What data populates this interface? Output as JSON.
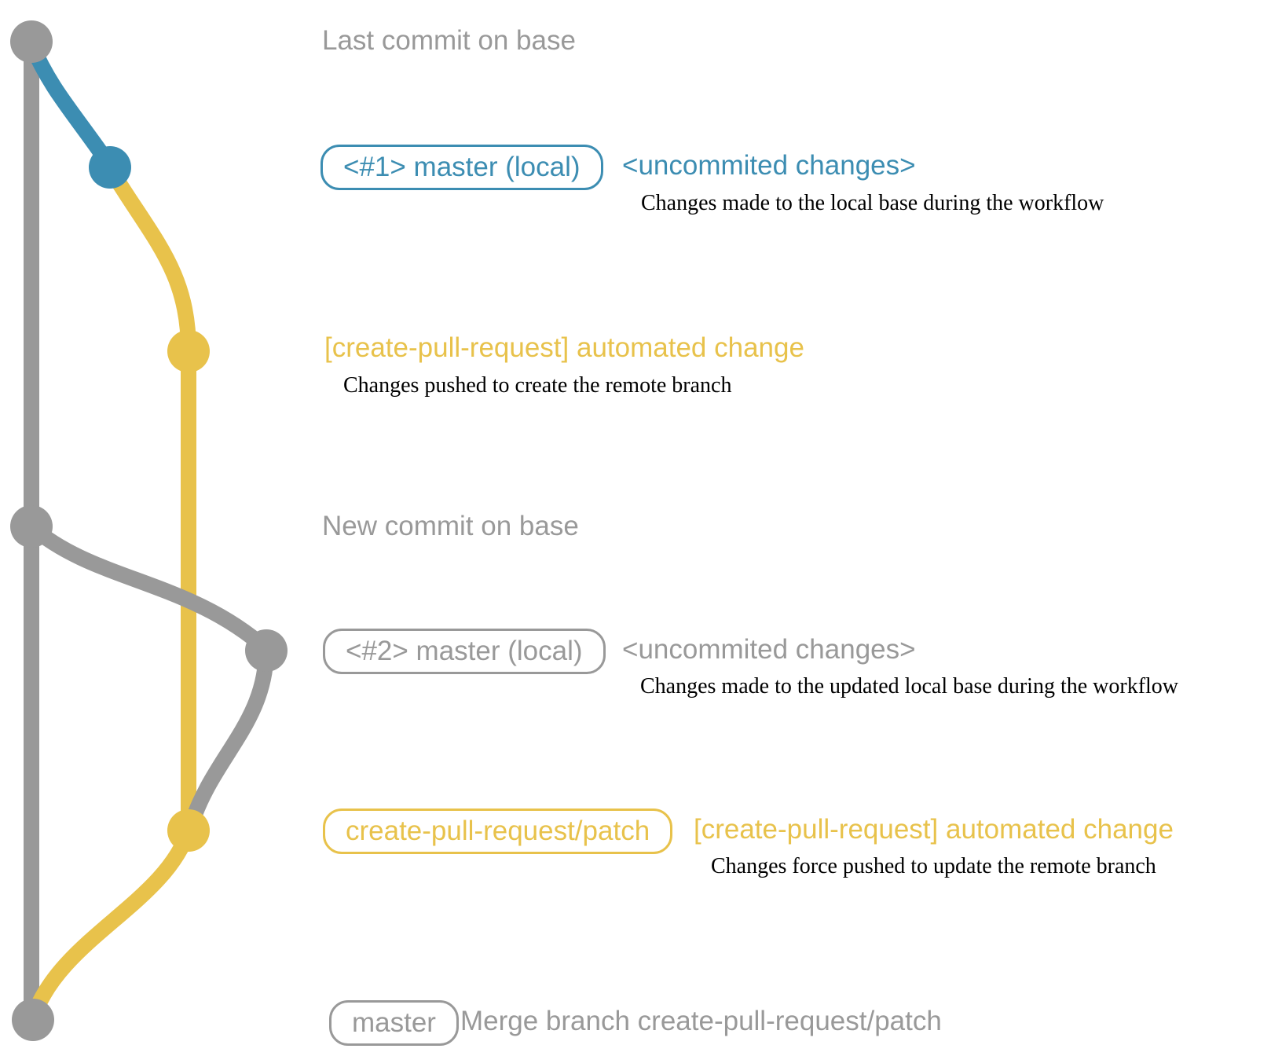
{
  "colors": {
    "gray": "#999999",
    "blue": "#3c8db2",
    "yellow": "#e8c24b",
    "caption_text": "#000000"
  },
  "graph": {
    "type": "git-commit-graph",
    "branches": [
      {
        "name": "base (master remote)",
        "color": "#999999"
      },
      {
        "name": "master (local)",
        "color": "#3c8db2"
      },
      {
        "name": "create-pull-request/patch",
        "color": "#e8c24b"
      }
    ],
    "commits": [
      {
        "row": 1,
        "branch": "base",
        "label": "Last commit on base"
      },
      {
        "row": 2,
        "branch": "master-local",
        "badge": "<#1> master (local)",
        "message": "<uncommited changes>"
      },
      {
        "row": 3,
        "branch": "create-pull-request/patch",
        "message": "[create-pull-request] automated change"
      },
      {
        "row": 4,
        "branch": "base",
        "label": "New commit on base"
      },
      {
        "row": 5,
        "branch": "master-local",
        "badge": "<#2> master (local)",
        "message": "<uncommited changes>"
      },
      {
        "row": 6,
        "branch": "create-pull-request/patch",
        "badge": "create-pull-request/patch",
        "message": "[create-pull-request] automated change"
      },
      {
        "row": 7,
        "branch": "base",
        "badge": "master",
        "message": "Merge branch create-pull-request/patch"
      }
    ]
  },
  "rows": {
    "r1": {
      "label": "Last commit on base"
    },
    "r2": {
      "badge": "<#1> master (local)",
      "message": "<uncommited changes>",
      "caption": "Changes made to the local base during the workflow"
    },
    "r3": {
      "message": "[create-pull-request] automated change",
      "caption": "Changes pushed to create the remote branch"
    },
    "r4": {
      "label": "New commit on base"
    },
    "r5": {
      "badge": "<#2> master (local)",
      "message": "<uncommited changes>",
      "caption": "Changes made to the updated local base during the workflow"
    },
    "r6": {
      "badge": "create-pull-request/patch",
      "message": "[create-pull-request] automated change",
      "caption": "Changes force pushed to update the remote branch"
    },
    "r7": {
      "badge": "master",
      "message": "Merge branch create-pull-request/patch"
    }
  }
}
